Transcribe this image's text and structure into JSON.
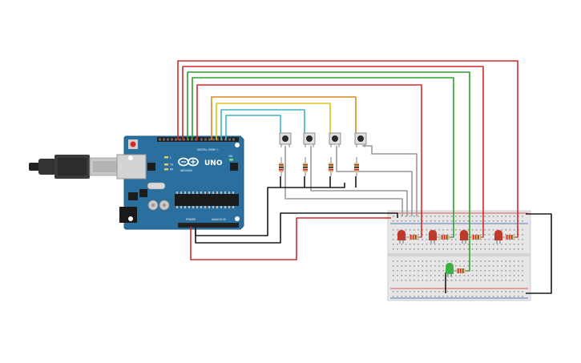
{
  "board": {
    "model_label": "UNO",
    "brand_label": "ARDUINO",
    "digital_label": "DIGITAL (PWM~)",
    "power_label": "POWER",
    "analog_label": "ANALOG IN",
    "tx_label": "TX",
    "rx_label": "RX",
    "l_label": "L",
    "on_label": "ON",
    "colors": {
      "pcb": "#2a6f9e",
      "pcb_edge": "#1f5b85",
      "header": "#222222"
    }
  },
  "wire_colors": {
    "red": "#d62828",
    "green": "#2ca02c",
    "orange": "#d98a1c",
    "yellow": "#e0c21c",
    "teal": "#3fb2c9",
    "black": "#1a1a1a",
    "gray": "#9a9a9a"
  },
  "components": {
    "pushbuttons": 4,
    "resistors_buttons": 4,
    "red_leds": 4,
    "green_leds": 1,
    "breadboard": "half-size"
  }
}
